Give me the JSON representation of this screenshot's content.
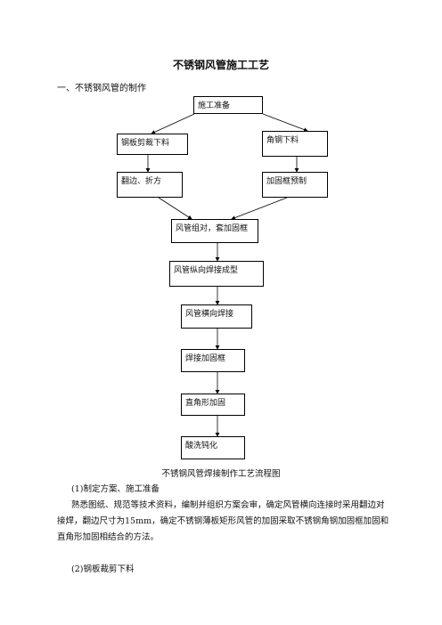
{
  "doc": {
    "title": "不锈钢风管施工工艺",
    "section_heading": "一、不锈钢风管的制作"
  },
  "flowchart": {
    "nodes": {
      "prep": "施工准备",
      "plate_cut": "钢板剪裁下料",
      "angle_cut": "角钢下料",
      "fold": "翻边、折方",
      "frame_make": "加固框预制",
      "assemble": "风管组对，套加固框",
      "long_weld": "风管纵向焊接成型",
      "cross_weld": "风管横向焊接",
      "weld_frame": "焊接加固框",
      "right_angle": "直角形加固",
      "pickle": "酸洗钝化"
    },
    "caption": "不锈钢风管焊接制作工艺流程图"
  },
  "body": {
    "item1_heading": "(1)制定方案、施工准备",
    "item1_text": "熟悉图纸、规范等技术资料，编制并组织方案会审，确定风管横向连接时采用翻边对接焊，翻边尺寸为15mm，确定不锈钢薄板矩形风管的加固采取不锈钢角钢加固框加固和直角形加固相结合的方法。",
    "item2_heading": "(2)钢板裁剪下料"
  }
}
